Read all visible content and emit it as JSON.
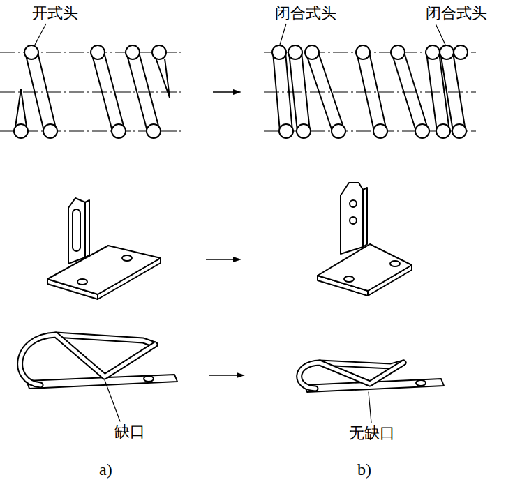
{
  "diagram": {
    "labels": [
      "开式头",
      "闭合式头",
      "闭合式头",
      "缺口",
      "无缺口",
      "a)",
      "b)"
    ]
  }
}
